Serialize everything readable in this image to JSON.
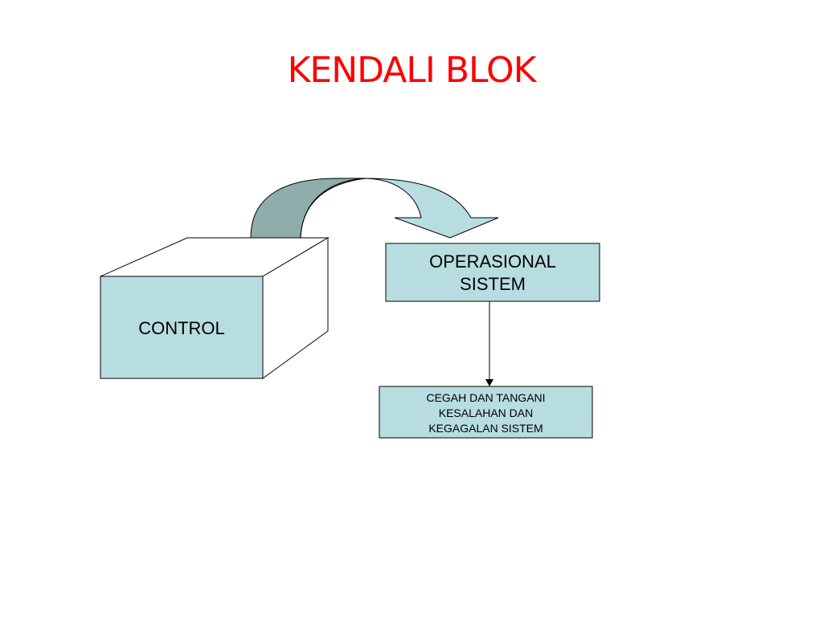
{
  "slide": {
    "title": "KENDALI BLOK"
  },
  "diagram": {
    "control_label": "CONTROL",
    "operasional_line1": "OPERASIONAL",
    "operasional_line2": "SISTEM",
    "cegah_line1": "CEGAH DAN TANGANI",
    "cegah_line2": "KESALAHAN DAN",
    "cegah_line3": "KEGAGALAN SISTEM"
  },
  "colors": {
    "title": "#ff0000",
    "box_fill": "#b8dde1",
    "arrow_shadow": "#8fadaa",
    "stroke": "#000000"
  }
}
